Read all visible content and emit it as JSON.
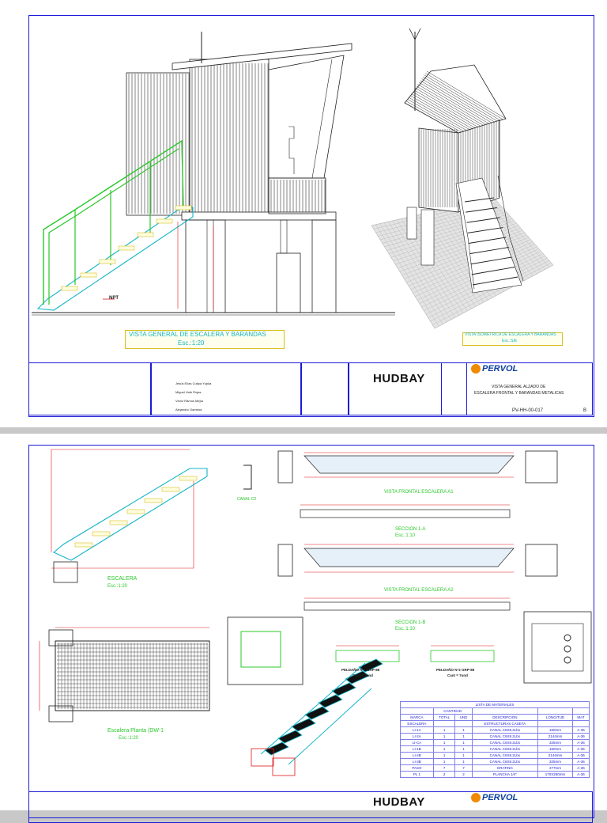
{
  "sheet1": {
    "main_view_title": "VISTA GENERAL DE ESCALERA Y BARANDAS",
    "main_view_scale": "Esc.:1:20",
    "iso_view_title": "VISTA ISOMETRICA DE ESCALERA Y BARANDAS",
    "iso_view_scale": "Esc.:S/E",
    "npt_label": "NPT",
    "hudbay_logo": "HUDBAY",
    "pervol_logo": "PERVOL",
    "drawing_title_line1": "VISTA GENERAL ALZADO DE",
    "drawing_title_line2": "ESCALERA FRONTAL Y BARANDAS METALICAS",
    "drawing_number": "PV-HH-00-017",
    "revision": "B",
    "names": [
      "Jesús Elías Cutipa Yupka",
      "Miguel Huib Rojas",
      "Victor Ramos Mejía",
      "Alejandro Gamboa"
    ]
  },
  "sheet2": {
    "escalera_label": "ESCALERA",
    "escalera_scale": "Esc.:1:20",
    "vista_frontal_a1": "VISTA FRONTAL ESCALERA A1",
    "seccion_1a": "SECCION 1-A",
    "seccion_1a_scale": "Esc.:1:10",
    "vista_frontal_a2": "VISTA FRONTAL ESCALERA A2",
    "seccion_1b": "SECCION 1-B",
    "seccion_1b_scale": "Esc.:1:10",
    "canal_c2": "CANAL C2",
    "peldano_1": "PELDAÑO N°1 GRP-86",
    "peldano_1_sub": "Cant = 7und",
    "peldano_2": "PELDAÑO N°2 GRP-86",
    "peldano_2_sub": "Cant = 7und",
    "descanso_label": "Escalera Planta (DW-1",
    "descanso_scale": "Esc.:1:20",
    "hudbay_logo": "HUDBAY",
    "pervol_logo": "PERVOL",
    "materials": {
      "title": "LISTA DE MATERIALES",
      "group_header": "CANTIDAD",
      "headers": [
        "MARCA",
        "TOTAL",
        "UND",
        "DESCRIPCION",
        "LONGITUD",
        "MAT"
      ],
      "subheader": [
        "ESCALERA",
        "",
        "",
        "ESTRUCTURAS CASETA",
        "",
        ""
      ],
      "rows": [
        [
          "LI-1A",
          "1",
          "1",
          "CANAL C6X8.2Lbs",
          "160mm",
          "A-36"
        ],
        [
          "LI-2A",
          "1",
          "1",
          "CANAL C6X8.2Lbs",
          "2144mm",
          "A-36"
        ],
        [
          "LI-CA",
          "1",
          "1",
          "CANAL C6X8.2Lbs",
          "325mm",
          "A-36"
        ],
        [
          "LI-1B",
          "1",
          "1",
          "CANAL C6X8.2Lbs",
          "160mm",
          "A-36"
        ],
        [
          "LI-2B",
          "1",
          "1",
          "CANAL C6X8.2Lbs",
          "2144mm",
          "A-36"
        ],
        [
          "LI-3B",
          "1",
          "1",
          "CANAL C6X8.2Lbs",
          "325mm",
          "A-36"
        ],
        [
          "PASO",
          "7",
          "7",
          "GRATING",
          "277mm",
          "A-36"
        ],
        [
          "PL 1",
          "2",
          "2",
          "PLANCHA 1/4\"",
          "170X250mm",
          "A-36"
        ]
      ]
    }
  },
  "colors": {
    "frame": "#1a1ad8",
    "cyan": "#14b4c8",
    "green": "#28c828",
    "red": "#e01818",
    "yellow": "#d8c020",
    "orange": "#f08a00",
    "navy": "#0b3fa0"
  }
}
